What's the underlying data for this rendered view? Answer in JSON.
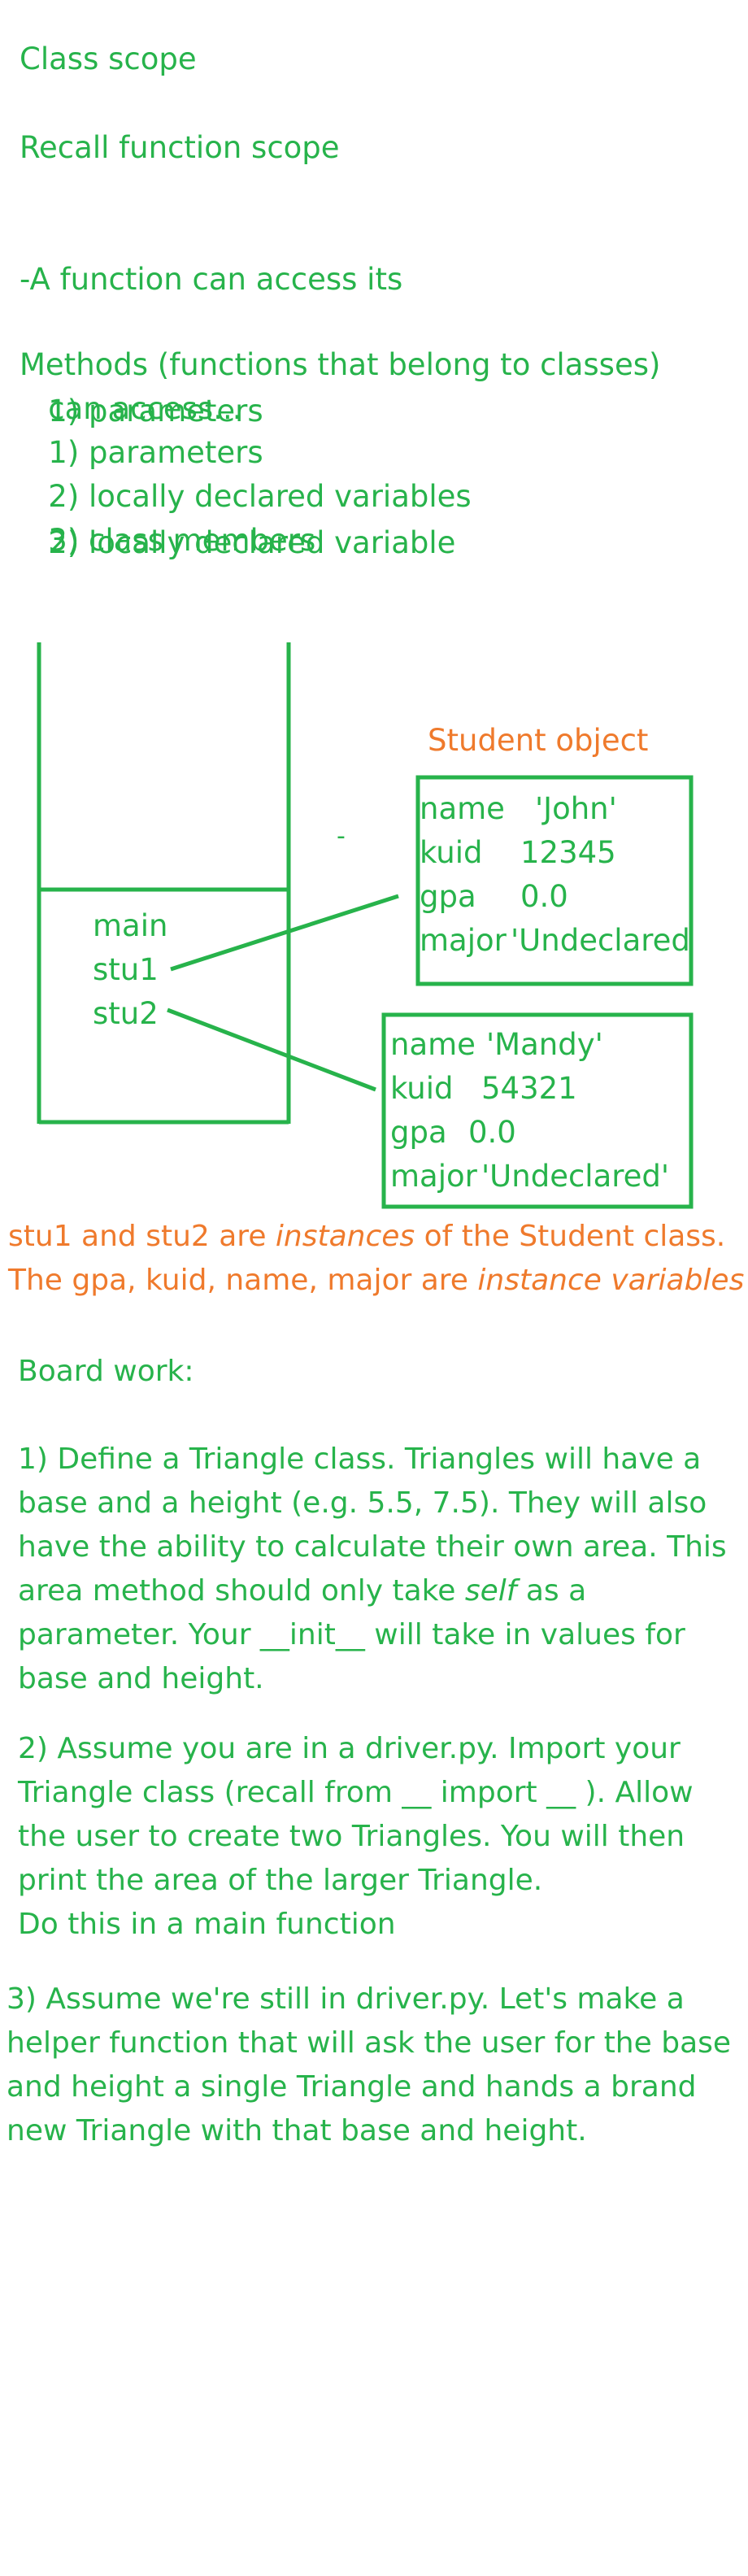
{
  "heading": "Class scope",
  "recall": {
    "title": "Recall function scope",
    "lines": [
      "-A function can access its",
      "   1) parameters",
      "   2) locally declared variable"
    ]
  },
  "methods": {
    "lines": [
      "Methods (functions that belong to classes)",
      "   can access...",
      "   1) parameters",
      "   2) locally declared variables",
      "   3) class members"
    ]
  },
  "diagram": {
    "stack_frame_labels": [
      "main",
      "stu1",
      "stu2"
    ],
    "object_title": "Student object",
    "stray_mark": "-",
    "object1": [
      {
        "field": "name",
        "value": "'John'"
      },
      {
        "field": "kuid",
        "value": "12345"
      },
      {
        "field": "gpa",
        "value": "0.0"
      },
      {
        "field": "major",
        "value": "'Undeclared"
      }
    ],
    "object2": [
      {
        "field": "name",
        "value": "'Mandy'"
      },
      {
        "field": "kuid",
        "value": "54321"
      },
      {
        "field": "gpa",
        "value": "0.0"
      },
      {
        "field": "major",
        "value": "'Undeclared'"
      }
    ]
  },
  "instances_note": {
    "line1_pre": "stu1 and stu2 are ",
    "line1_em": "instances",
    "line1_post": " of the Student class.",
    "line2_pre": "The gpa, kuid, name, major are ",
    "line2_em": "instance variables"
  },
  "board_work": {
    "title": "Board work:",
    "task1": {
      "line1": "1) Define a Triangle class. Triangles will have a",
      "line2": "base and a height (e.g. 5.5, 7.5). They will also",
      "line3": "have the ability to calculate their own area. This",
      "line4_pre": "area method should only take ",
      "line4_em": "self",
      "line4_post": " as a",
      "line5": "parameter.  Your __init__ will take in values for",
      "line6": "base and height."
    },
    "task2": [
      "2) Assume you are in a driver.py.   Import your",
      "Triangle class (recall from __ import __ ).  Allow",
      "the user to create two Triangles. You will then",
      "print the area of the larger Triangle.",
      "Do this in a main function"
    ],
    "task3": [
      "3) Assume we're still in driver.py. Let's make a",
      "helper function that will ask the user for the base",
      "and height a single Triangle and hands a brand",
      "new Triangle with that base and height."
    ]
  },
  "colors": {
    "green": "#27b34b",
    "orange": "#ef7a2c"
  }
}
